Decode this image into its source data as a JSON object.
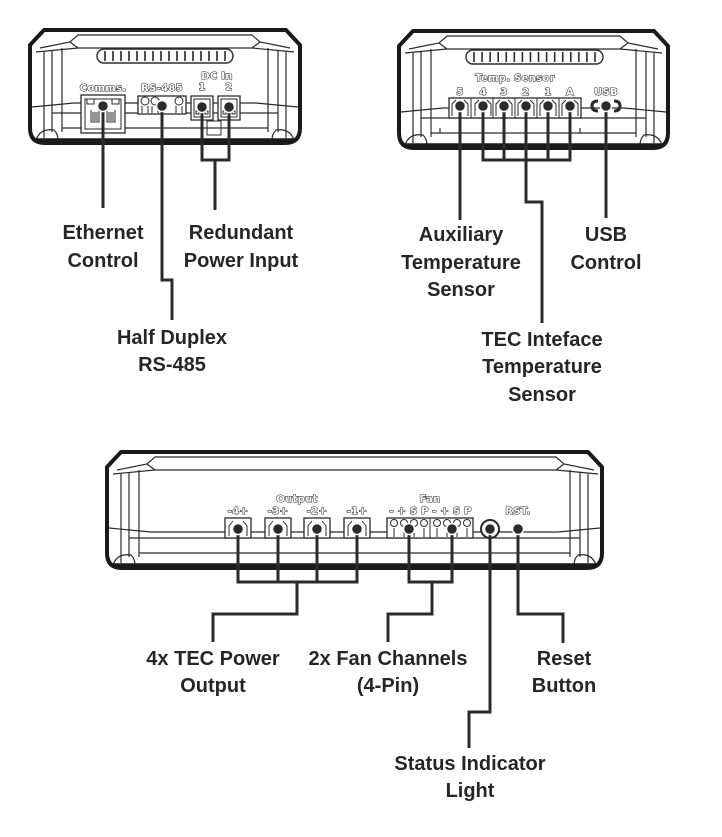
{
  "diagram": {
    "description": "Connector layout of a TEC controller enclosure: three panel views with labelled callouts",
    "colors": {
      "line": "#2b2b2b",
      "text": "#262626",
      "outline": "#1a1a1a",
      "background": "#ffffff"
    },
    "panels": {
      "comms_panel": {
        "port_labels": {
          "comms": "Comms.",
          "rs485": "RS-485",
          "dc_in": "DC In",
          "dc_in_1": "1",
          "dc_in_2": "2"
        },
        "callouts": {
          "ethernet": [
            "Ethernet",
            "Control"
          ],
          "power": [
            "Redundant",
            "Power Input"
          ],
          "rs485": [
            "Half Duplex",
            "RS-485"
          ]
        }
      },
      "sensor_panel": {
        "port_labels": {
          "temp_sensor": "Temp. Sensor",
          "channels": [
            "5",
            "4",
            "3",
            "2",
            "1",
            "A"
          ],
          "usb": "USB"
        },
        "callouts": {
          "auxiliary": [
            "Auxiliary",
            "Temperature",
            "Sensor"
          ],
          "usb": [
            "USB",
            "Control"
          ],
          "tec_interface": [
            "TEC Inteface",
            "Temperature",
            "Sensor"
          ]
        }
      },
      "output_panel": {
        "port_labels": {
          "output": "Output",
          "outputs": [
            "-4+",
            "-3+",
            "-2+",
            "-1+"
          ],
          "fan": "Fan",
          "fan_pins": [
            "- + S P",
            "- + S P"
          ],
          "reset": "RST."
        },
        "callouts": {
          "tec_power": [
            "4x TEC Power",
            "Output"
          ],
          "fan_channels": [
            "2x Fan Channels",
            "(4-Pin)"
          ],
          "reset": [
            "Reset",
            "Button"
          ],
          "status_light": [
            "Status Indicator",
            "Light"
          ]
        }
      }
    }
  }
}
